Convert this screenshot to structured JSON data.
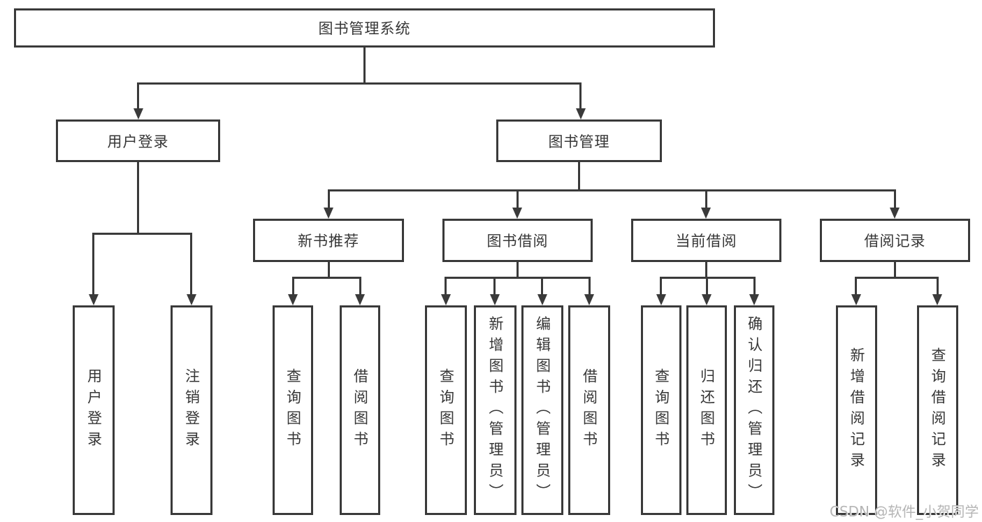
{
  "diagram": {
    "root": "图书管理系统",
    "level2": {
      "user_login": "用户登录",
      "book_management": "图书管理"
    },
    "level3": {
      "new_book_recommend": "新书推荐",
      "book_borrow": "图书借阅",
      "current_borrow": "当前借阅",
      "borrow_records": "借阅记录"
    },
    "leaves": {
      "user_login": [
        "用户登录",
        "注销登录"
      ],
      "new_book_recommend": [
        "查询图书",
        "借阅图书"
      ],
      "book_borrow": [
        "查询图书",
        "新增图书（管理员）",
        "编辑图书（管理员）",
        "借阅图书"
      ],
      "current_borrow": [
        "查询图书",
        "归还图书",
        "确认归还（管理员）"
      ],
      "borrow_records": [
        "新增借阅记录",
        "查询借阅记录"
      ]
    }
  },
  "watermark": "CSDN @软件_小贺同学",
  "colors": {
    "line": "#3a3a3a",
    "text": "#363636",
    "background": "#ffffff",
    "watermark": "#b5b5b5"
  }
}
